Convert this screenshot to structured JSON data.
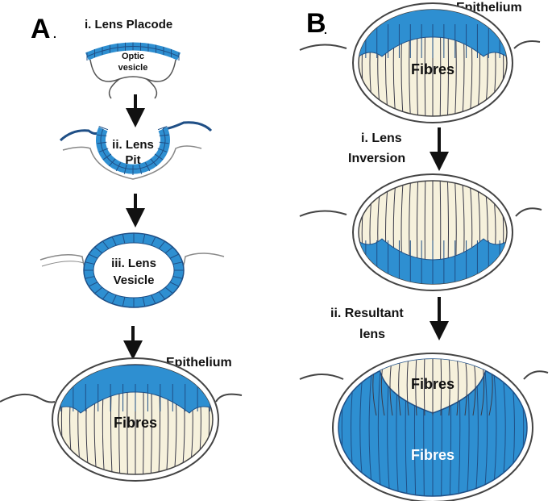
{
  "panels": {
    "a": "A",
    "b": "B"
  },
  "panel_a": {
    "step1": "i. Lens Placode",
    "optic_line1": "Optic",
    "optic_line2": "vesicle",
    "step2_line1": "ii. Lens",
    "step2_line2": "Pit",
    "step3_line1": "iii. Lens",
    "step3_line2": "Vesicle",
    "epithelium": "Epithelium",
    "fibres": "Fibres"
  },
  "panel_b": {
    "epithelium": "Epithelium",
    "fibres_top": "Fibres",
    "step1_line1": "i. Lens",
    "step1_line2": "Inversion",
    "step2_line1": "ii. Resultant",
    "step2_line2": "lens",
    "fibres_upper": "Fibres",
    "fibres_lower": "Fibres"
  },
  "colors": {
    "epithelium_blue": "#2e8fd1",
    "cell_border": "#1f4f86",
    "fibre_fill": "#f6f1dc",
    "outline": "#444444",
    "arrow": "#111111"
  }
}
